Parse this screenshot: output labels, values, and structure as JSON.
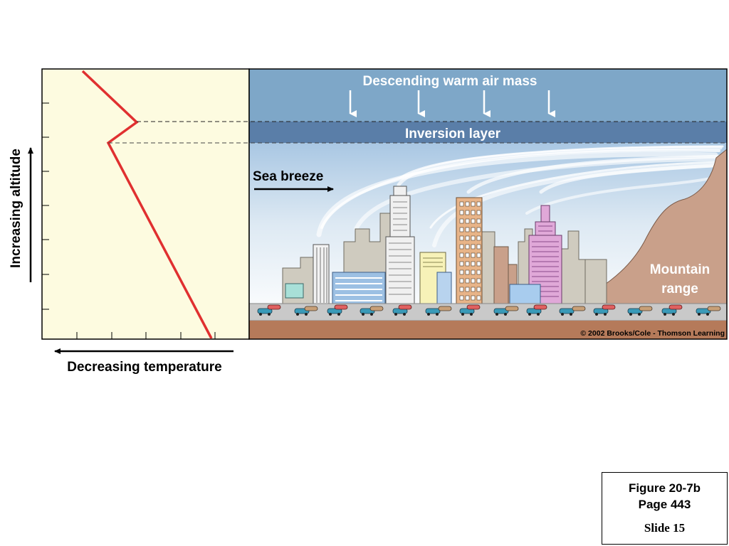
{
  "labels": {
    "descending": "Descending warm air mass",
    "inversion": "Inversion layer",
    "sea_breeze": "Sea breeze",
    "mountain_line1": "Mountain",
    "mountain_line2": "range",
    "altitude_axis": "Increasing altitude",
    "temperature_axis": "Decreasing temperature",
    "copyright": "© 2002 Brooks/Cole - Thomson Learning"
  },
  "slide_box": {
    "figure": "Figure 20-7b",
    "page": "Page 443",
    "slide": "Slide 15"
  },
  "colors": {
    "graph_bg": "#fdfbe0",
    "temp_line": "#e03030",
    "upper_sky": "#7ea7c8",
    "inversion_band": "#5a7ea8",
    "mountain": "#c9a08a",
    "ground": "#b57a5a"
  }
}
